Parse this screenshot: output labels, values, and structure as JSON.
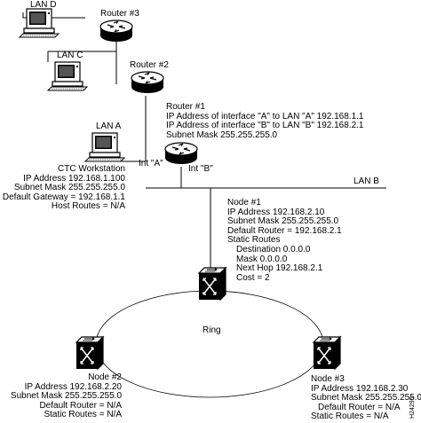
{
  "lans": {
    "d": "LAN D",
    "c": "LAN C",
    "a": "LAN A",
    "b": "LAN B"
  },
  "routers": {
    "r3": "Router #3",
    "r2": "Router #2"
  },
  "router1": {
    "title": "Router #1",
    "if_a": "IP Address  of interface \"A\" to  LAN \"A\"  192.168.1.1",
    "if_b": "IP Address of interface  \"B\" to LAN  \"B\"   192.168.2.1",
    "mask": "Subnet Mask 255.255.255.0"
  },
  "interfaces": {
    "a": "Int \"A\"",
    "b": "Int \"B\""
  },
  "ctc": {
    "title": "CTC Workstation",
    "ip": "IP Address 192.168.1.100",
    "mask": "Subnet Mask 255.255.255.0",
    "gateway": "Default Gateway = 192.168.1.1",
    "routes": "Host Routes = N/A"
  },
  "node1": {
    "title": "Node #1",
    "ip": "IP Address 192.168.2.10",
    "mask": "Subnet Mask 255.255.255.0",
    "router": "Default Router = 192.168.2.1",
    "static": "Static Routes",
    "dest": "Destination 0.0.0.0",
    "smask": "Mask 0.0.0.0",
    "hop": "Next Hop 192.168.2.1",
    "cost": "Cost = 2"
  },
  "ring": "Ring",
  "node2": {
    "title": "Node #2",
    "ip": "IP Address 192.168.2.20",
    "mask": "Subnet Mask 255.255.255.0",
    "router": "Default Router = N/A",
    "routes": "Static Routes = N/A"
  },
  "node3": {
    "title": "Node #3",
    "ip": "IP Address 192.168.2.30",
    "mask": "Subnet Mask 255.255.255.0",
    "router": "Default Router = N/A",
    "routes": "Static Routes = N/A"
  },
  "figure_id": "H24290",
  "icons": [
    "router-icon",
    "workstation-icon",
    "ons-node-icon"
  ]
}
